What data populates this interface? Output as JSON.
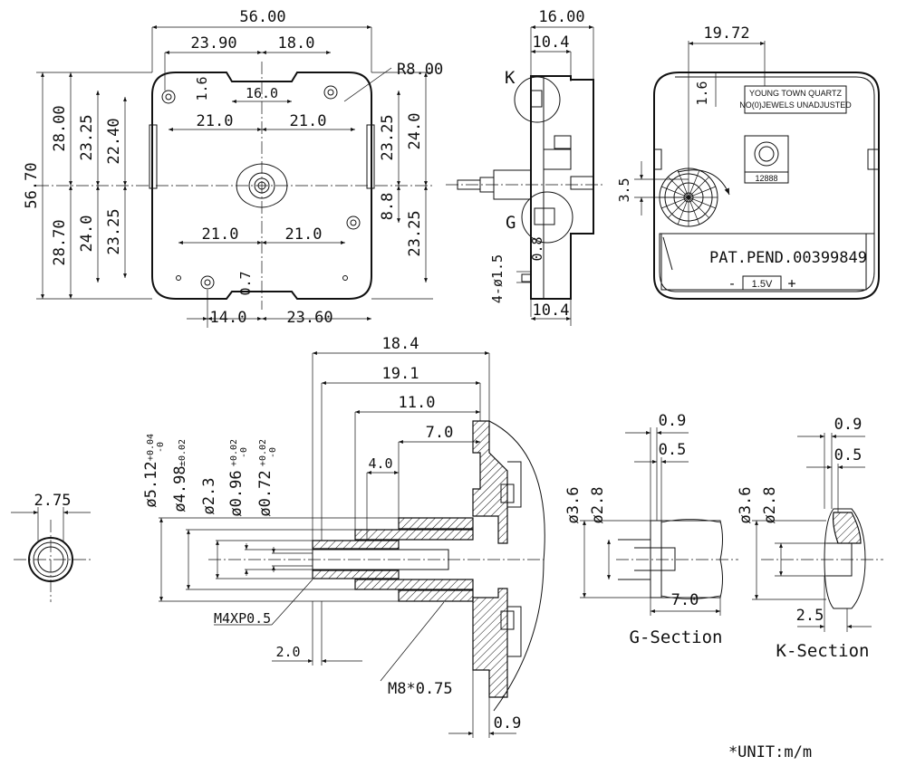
{
  "front_view": {
    "width": "56.00",
    "top_left": "23.90",
    "top_right": "18.0",
    "slot": "16.0",
    "holes_top_left": "21.0",
    "holes_top_right": "21.0",
    "holes_bottom_left": "21.0",
    "holes_bottom_right": "21.0",
    "radius": "R8.00",
    "height": "56.70",
    "upper_height": "28.00",
    "lower_height": "28.70",
    "left_upper_a": "23.25",
    "left_upper_b": "22.40",
    "left_lower_a": "24.0",
    "left_lower_b": "23.25",
    "right_upper_a": "23.25",
    "right_upper_b": "24.0",
    "right_lower": "23.25",
    "right_offset": "8.8",
    "top_offset": "1.6",
    "bottom_offset": "0.7",
    "bottom_left": "14.0",
    "bottom_right": "23.60"
  },
  "side_view": {
    "depth": "16.00",
    "body_top": "10.4",
    "body_bottom": "10.4",
    "label_k": "K",
    "label_g": "G",
    "holes": "4-ø1.5",
    "offset": "0.8"
  },
  "back_view": {
    "offset_x": "19.72",
    "offset_y": "1.6",
    "gear_offset": "3.5",
    "brand": "YOUNG TOWN QUARTZ",
    "jewels": "NO(0)JEWELS UNADJUSTED",
    "model": "12888",
    "patent": "PAT.PEND.00399849",
    "battery": "1.5V",
    "minus": "-",
    "plus": "+"
  },
  "shaft_section": {
    "len_a": "18.4",
    "len_b": "19.1",
    "len_c": "11.0",
    "len_d": "7.0",
    "len_e": "4.0",
    "dia_1": "ø5.12",
    "dia_1_tol": "+0.04\n-0",
    "dia_2": "ø4.98",
    "dia_2_tol": "±0.02",
    "dia_3": "ø2.3",
    "dia_4": "ø0.96",
    "dia_4_tol": "+0.02\n-0",
    "dia_5": "ø0.72",
    "dia_5_tol": "+0.02\n-0",
    "thread_a": "M4XP0.5",
    "thread_b": "M8*0.75",
    "len_f": "2.0",
    "plate": "0.9",
    "end_dia": "2.75"
  },
  "g_section": {
    "title": "G-Section",
    "a": "0.9",
    "b": "0.5",
    "dia_a": "ø3.6",
    "dia_b": "ø2.8",
    "length": "7.0"
  },
  "k_section": {
    "title": "K-Section",
    "a": "0.9",
    "b": "0.5",
    "dia_a": "ø3.6",
    "dia_b": "ø2.8",
    "length": "2.5"
  },
  "unit": "*UNIT:m/m"
}
